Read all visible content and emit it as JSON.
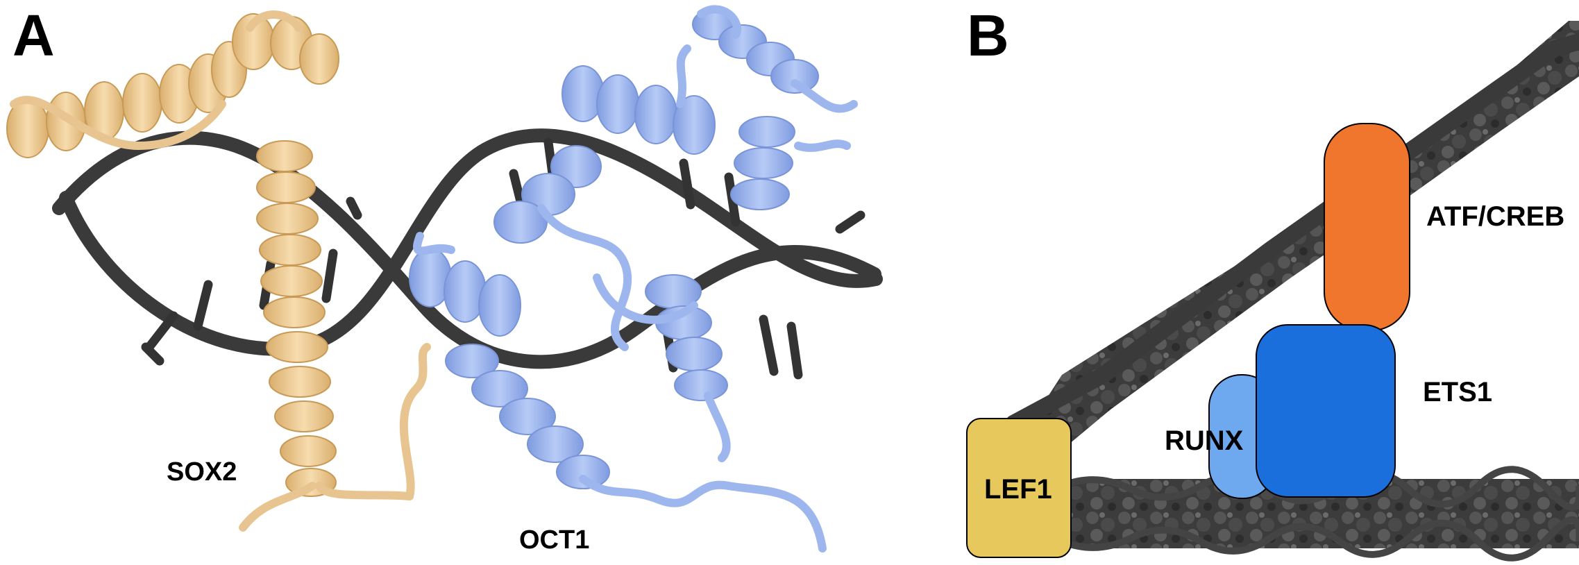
{
  "panels": {
    "a": {
      "letter": "A",
      "labels": {
        "sox2": "SOX2",
        "oct1": "OCT1"
      }
    },
    "b": {
      "letter": "B",
      "labels": {
        "atf_creb": "ATF/CREB",
        "ets1": "ETS1",
        "runx": "RUNX",
        "lef1": "LEF1"
      }
    }
  },
  "colors": {
    "sox2": "#f0cc95",
    "oct1": "#9db6ee",
    "dna": "#3a3a3a",
    "atf_creb": "#f1762d",
    "ets1": "#1b6fdc",
    "runx": "#6ea8ef",
    "lef1": "#e6c85c"
  },
  "icons": [
    "dna-backbone",
    "protein-helix",
    "dna-double-helix"
  ]
}
